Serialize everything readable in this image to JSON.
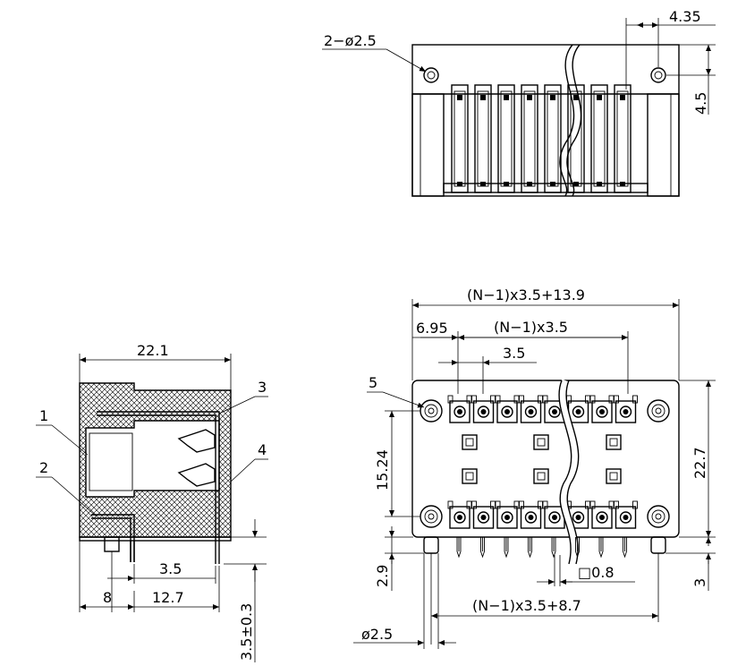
{
  "top_view": {
    "hole_callout": "2−ø2.5",
    "dim_offset": "4.35",
    "dim_height": "4.5"
  },
  "side_view": {
    "overall_depth": "22.1",
    "callouts": [
      "1",
      "2",
      "3",
      "4"
    ],
    "pin_pitch": "3.5",
    "dim_8": "8",
    "dim_12_7": "12.7",
    "pin_length": "3.5±0.3"
  },
  "front_view": {
    "overall_length": "(N−1)x3.5+13.9",
    "edge_to_first": "6.95",
    "pin_span": "(N−1)x3.5",
    "pitch": "3.5",
    "callout_5": "5",
    "row_spacing": "15.24",
    "overall_height": "22.7",
    "standoff": "2.9",
    "pin_square": "□0.8",
    "peg_span": "(N−1)x3.5+8.7",
    "peg_dia": "ø2.5",
    "peg_length": "3"
  }
}
